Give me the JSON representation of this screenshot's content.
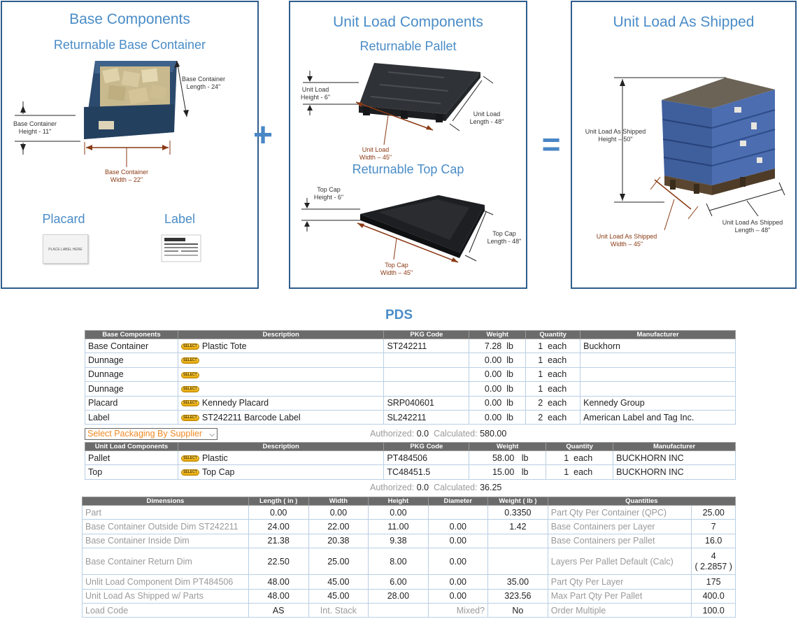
{
  "panels": {
    "base": {
      "title": "Base Components",
      "subtitle": "Returnable Base Container",
      "length_dim": "Base Container\nLength - 24\"",
      "height_dim": "Base Container\nHeight - 11\"",
      "width_dim": "Base Container\nWidth – 22\"",
      "placard_label": "Placard",
      "label_label": "Label",
      "placard_text": "PLACE LABEL HERE"
    },
    "unit": {
      "title": "Unit Load Components",
      "pallet_subtitle": "Returnable Pallet",
      "pallet_height_dim": "Unit Load\nHeight - 6\"",
      "pallet_length_dim": "Unit Load\nLength - 48\"",
      "pallet_width_dim": "Unit Load\nWidth – 45\"",
      "topcap_subtitle": "Returnable Top Cap",
      "topcap_height_dim": "Top Cap\nHeight - 6\"",
      "topcap_length_dim": "Top Cap\nLength - 48\"",
      "topcap_width_dim": "Top Cap\nWidth – 45\""
    },
    "shipped": {
      "title": "Unit Load As Shipped",
      "height_dim": "Unit Load As Shipped\nHeight – 50\"",
      "width_dim": "Unit Load As Shipped\nWidth – 45\"",
      "length_dim": "Unit Load As Shipped\nLength – 48\""
    },
    "plus": "+",
    "equals": "="
  },
  "pds": {
    "title": "PDS",
    "base_headers": [
      "Base Components",
      "Description",
      "PKG Code",
      "Weight",
      "Quantity",
      "Manufacturer"
    ],
    "select_label": "SELECT",
    "base_rows": [
      {
        "name": "Base Container",
        "desc": "Plastic Tote",
        "code": "ST242211",
        "weight": "7.28",
        "unit": "lb",
        "qty": "1",
        "qty_unit": "each",
        "mfr": "Buckhorn"
      },
      {
        "name": "Dunnage",
        "desc": "",
        "code": "",
        "weight": "0.00",
        "unit": "lb",
        "qty": "1",
        "qty_unit": "each",
        "mfr": ""
      },
      {
        "name": "Dunnage",
        "desc": "",
        "code": "",
        "weight": "0.00",
        "unit": "lb",
        "qty": "1",
        "qty_unit": "each",
        "mfr": ""
      },
      {
        "name": "Dunnage",
        "desc": "",
        "code": "",
        "weight": "0.00",
        "unit": "lb",
        "qty": "1",
        "qty_unit": "each",
        "mfr": ""
      },
      {
        "name": "Placard",
        "desc": "Kennedy Placard",
        "code": "SRP040601",
        "weight": "0.00",
        "unit": "lb",
        "qty": "2",
        "qty_unit": "each",
        "mfr": "Kennedy Group"
      },
      {
        "name": "Label",
        "desc": "ST242211 Barcode Label",
        "code": "SL242211",
        "weight": "0.00",
        "unit": "lb",
        "qty": "2",
        "qty_unit": "each",
        "mfr": "American Label and Tag Inc."
      }
    ],
    "supplier_select": "Select Packaging By Supplier",
    "base_summary": {
      "authorized_label": "Authorized:",
      "authorized": "0.0",
      "calculated_label": "Calculated:",
      "calculated": "580.00"
    },
    "unit_headers": [
      "Unit Load Components",
      "Description",
      "PKG Code",
      "Weight",
      "Quantity",
      "Manufacturer"
    ],
    "unit_rows": [
      {
        "name": "Pallet",
        "desc": "Plastic",
        "code": "PT484506",
        "weight": "58.00",
        "unit": "lb",
        "qty": "1",
        "qty_unit": "each",
        "mfr": "BUCKHORN INC"
      },
      {
        "name": "Top",
        "desc": "Top Cap",
        "code": "TC48451.5",
        "weight": "15.00",
        "unit": "lb",
        "qty": "1",
        "qty_unit": "each",
        "mfr": "BUCKHORN INC"
      }
    ],
    "unit_summary": {
      "authorized_label": "Authorized:",
      "authorized": "0.0",
      "calculated_label": "Calculated:",
      "calculated": "36.25"
    },
    "dim_headers": [
      "Dimensions",
      "Length ( in )",
      "Width",
      "Height",
      "Diameter",
      "Weight ( lb )",
      "Quantities"
    ],
    "dim_rows": [
      {
        "label": "Part",
        "length": "0.00",
        "width": "0.00",
        "height": "0.00",
        "diameter": "",
        "weight": "0.3350",
        "q_label": "Part Qty Per Container (QPC)",
        "q_value": "25.00"
      },
      {
        "label": "Base Container Outside Dim ST242211",
        "length": "24.00",
        "width": "22.00",
        "height": "11.00",
        "diameter": "0.00",
        "weight": "1.42",
        "q_label": "Base Containers per Layer",
        "q_value": "7"
      },
      {
        "label": "Base Container Inside Dim",
        "length": "21.38",
        "width": "20.38",
        "height": "9.38",
        "diameter": "0.00",
        "weight": "",
        "q_label": "Base Containers per Pallet",
        "q_value": "16.0"
      },
      {
        "label": "Base Container Return Dim",
        "length": "22.50",
        "width": "25.00",
        "height": "8.00",
        "diameter": "0.00",
        "weight": "",
        "q_label": "Layers Per Pallet Default (Calc)",
        "q_value": "4",
        "q_value2": "( 2.2857 )"
      },
      {
        "label": "Unlit Load Component Dim PT484506",
        "length": "48.00",
        "width": "45.00",
        "height": "6.00",
        "diameter": "0.00",
        "weight": "35.00",
        "q_label": "Part Qty Per Layer",
        "q_value": "175"
      },
      {
        "label": "Unit Load As Shipped w/ Parts",
        "length": "48.00",
        "width": "45.00",
        "height": "28.00",
        "diameter": "0.00",
        "weight": "323.56",
        "q_label": "Max Part Qty Per Pallet",
        "q_value": "400.0"
      },
      {
        "label": "Load Code",
        "length": "AS",
        "width": "Int. Stack",
        "height": "",
        "diameter": "Mixed?",
        "weight": "No",
        "q_label": "Order Multiple",
        "q_value": "100.0"
      }
    ]
  }
}
